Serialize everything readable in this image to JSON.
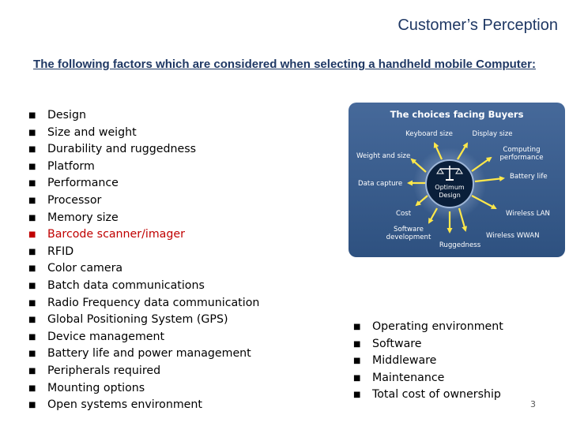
{
  "header": {
    "title": "Customer’s Perception",
    "subtitle": "The following factors which are considered when selecting a handheld mobile Computer:"
  },
  "factors": [
    {
      "label": "Design",
      "highlight": false
    },
    {
      "label": "Size and weight",
      "highlight": false
    },
    {
      "label": "Durability and ruggedness",
      "highlight": false
    },
    {
      "label": "Platform",
      "highlight": false
    },
    {
      "label": "Performance",
      "highlight": false
    },
    {
      "label": "Processor",
      "highlight": false
    },
    {
      "label": "Memory size",
      "highlight": false
    },
    {
      "label": "Barcode scanner/imager",
      "highlight": true
    },
    {
      "label": "RFID",
      "highlight": false
    },
    {
      "label": "Color camera",
      "highlight": false
    },
    {
      "label": "Batch data communications",
      "highlight": false
    },
    {
      "label": "Radio Frequency data communication",
      "highlight": false
    },
    {
      "label": "Global Positioning System (GPS)",
      "highlight": false
    },
    {
      "label": "Device management",
      "highlight": false
    },
    {
      "label": "Battery life and power management",
      "highlight": false
    },
    {
      "label": "Peripherals required",
      "highlight": false
    },
    {
      "label": "Mounting options",
      "highlight": false
    },
    {
      "label": "Open systems environment",
      "highlight": false
    }
  ],
  "diagram": {
    "title": "The choices facing Buyers",
    "center_label": "Optimum Design",
    "labels": [
      "Keyboard size",
      "Display size",
      "Weight and size",
      "Computing performance",
      "Battery life",
      "Data capture",
      "Cost",
      "Wireless LAN",
      "Software development",
      "Wireless WWAN",
      "Ruggedness"
    ],
    "colors": {
      "background": "#3c5f8a",
      "background_dark": "#2f4e77",
      "arrow": "#ffe84a",
      "hub": "#0a1f3a",
      "text": "#ffffff"
    }
  },
  "cost_factors": [
    "Operating environment",
    "Software",
    "Middleware",
    "Maintenance",
    "Total cost of ownership"
  ],
  "footer": {
    "page_number": "3"
  },
  "colors": {
    "title": "#1f3864",
    "highlight": "#c00000"
  },
  "icons": {
    "bullet": "square-bullet-icon",
    "center": "balance-scale-icon"
  }
}
